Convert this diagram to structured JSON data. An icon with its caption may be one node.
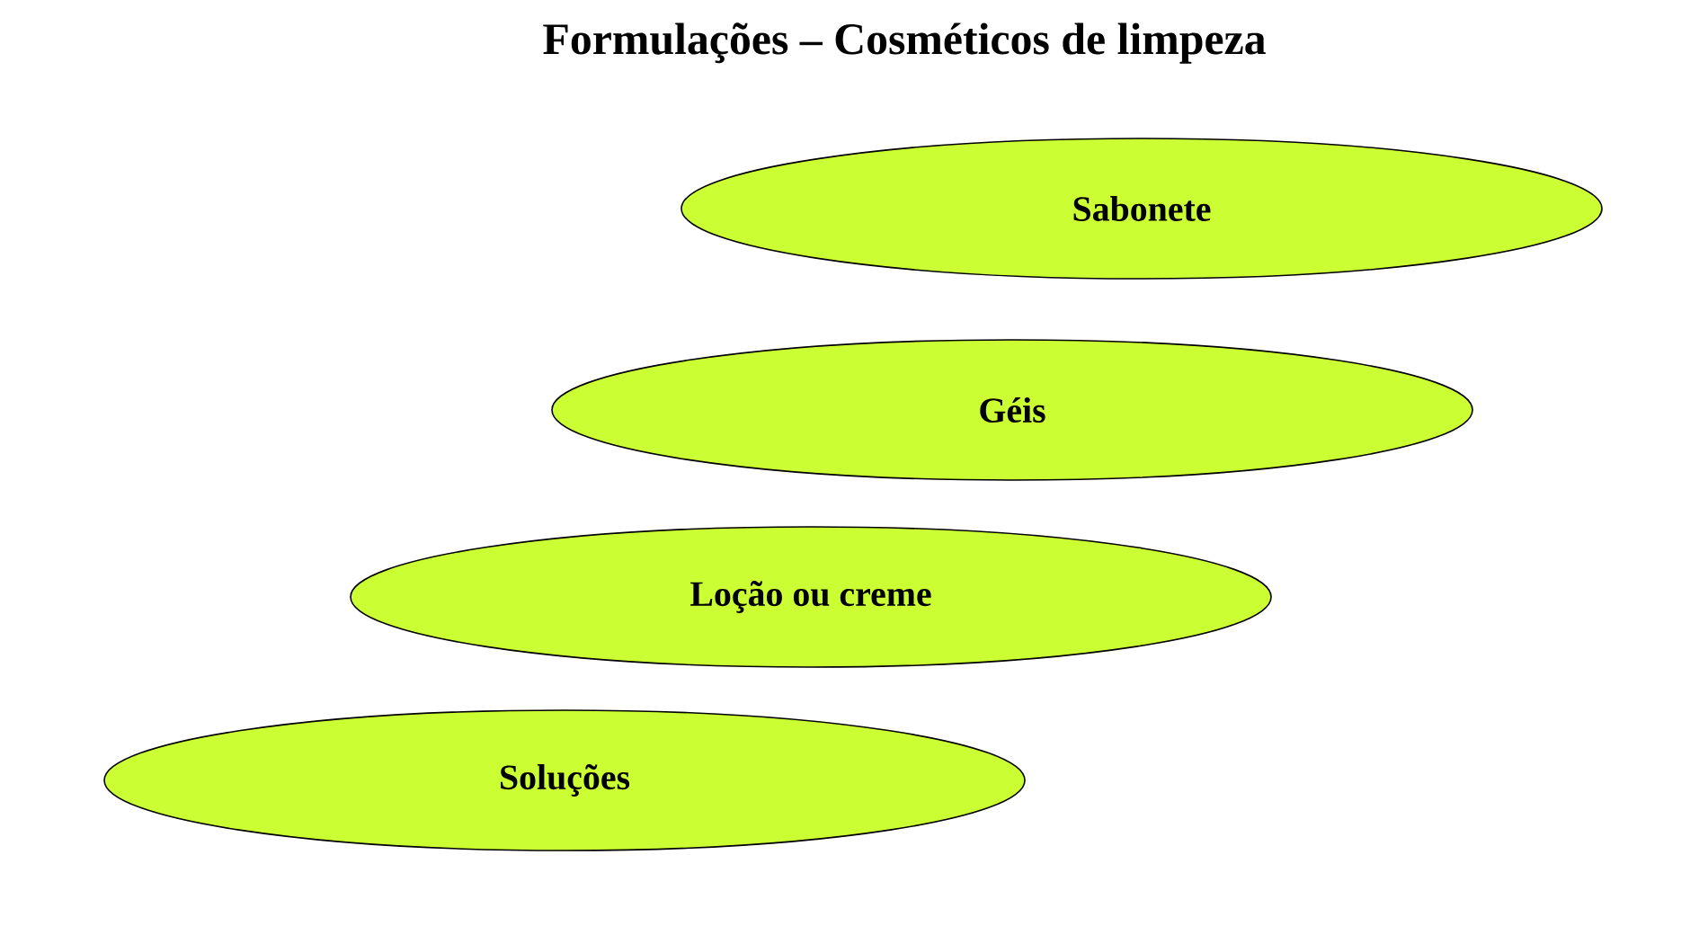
{
  "diagram": {
    "title": "Formulações – Cosméticos de limpeza",
    "nodes": [
      {
        "text": [
          "Sabonete"
        ]
      },
      {
        "text": [
          "Géis"
        ]
      },
      {
        "text": [
          "Loção ou creme"
        ]
      },
      {
        "text": [
          "Soluções"
        ]
      }
    ]
  }
}
